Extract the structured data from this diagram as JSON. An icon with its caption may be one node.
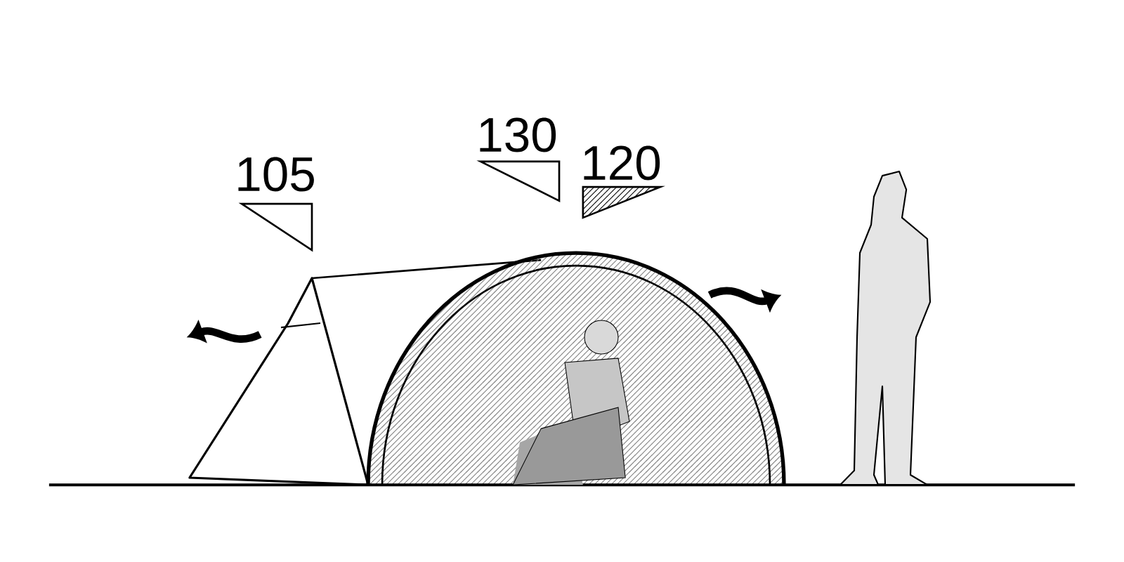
{
  "diagram": {
    "labels": [
      "105",
      "130",
      "120"
    ]
  }
}
